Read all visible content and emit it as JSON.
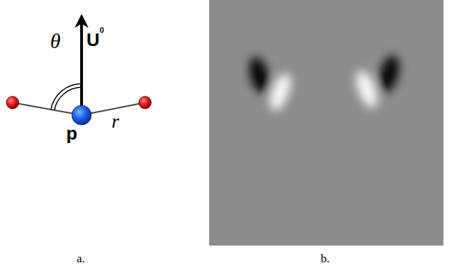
{
  "diagram": {
    "labels": [
      "θ",
      "U",
      "0",
      "p",
      "r",
      "a.",
      "b."
    ]
  }
}
